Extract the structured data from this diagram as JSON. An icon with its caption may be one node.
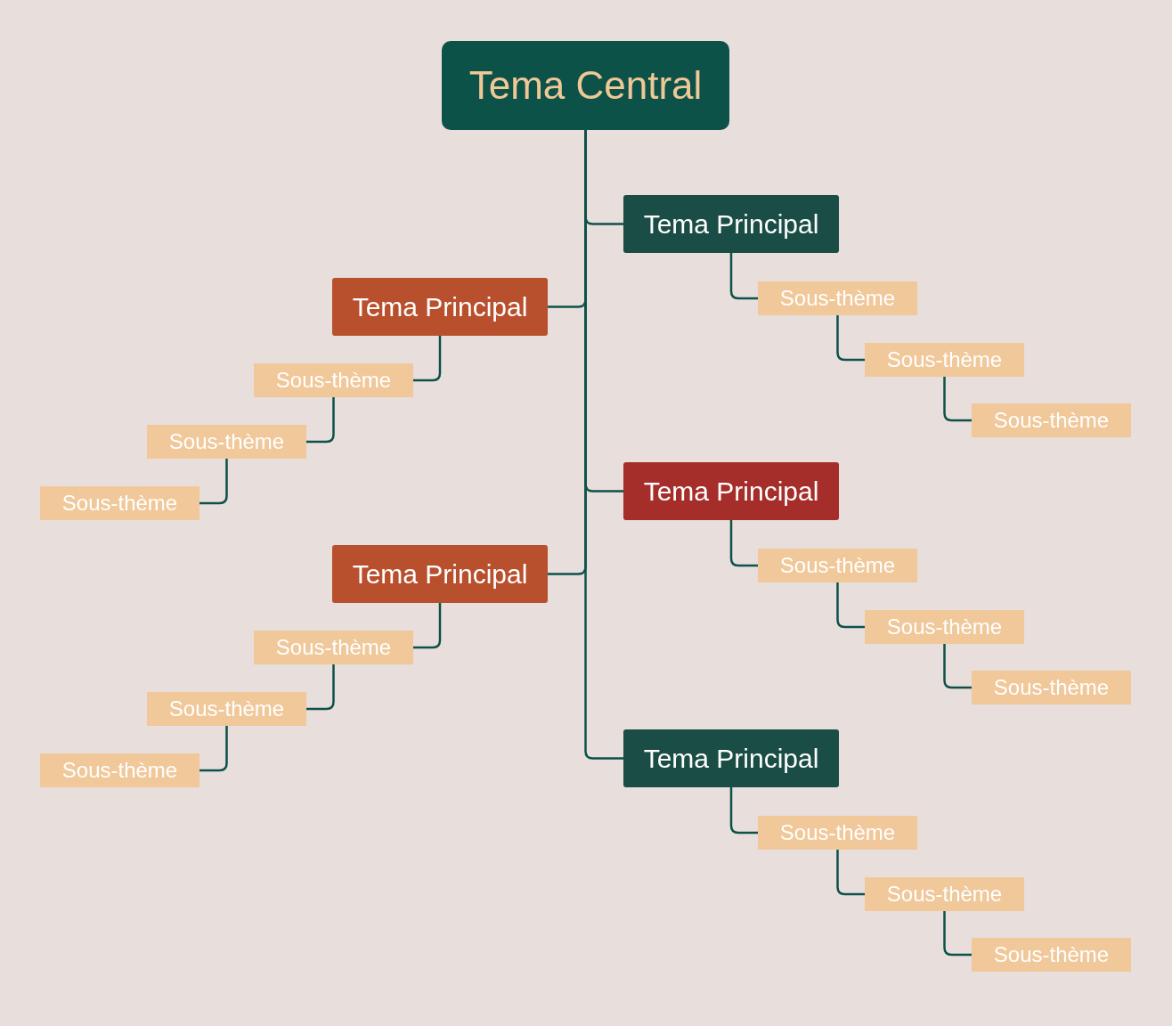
{
  "diagram": {
    "nodes": [
      {
        "text": [
          "Tema Central"
        ]
      },
      {
        "text": [
          "Tema Principal"
        ]
      },
      {
        "text": [
          "Sous-thème"
        ]
      },
      {
        "text": [
          "Sous-thème"
        ]
      },
      {
        "text": [
          "Sous-thème"
        ]
      },
      {
        "text": [
          "Tema Principal"
        ]
      },
      {
        "text": [
          "Sous-thème"
        ]
      },
      {
        "text": [
          "Sous-thème"
        ]
      },
      {
        "text": [
          "Sous-thème"
        ]
      },
      {
        "text": [
          "Tema Principal"
        ]
      },
      {
        "text": [
          "Sous-thème"
        ]
      },
      {
        "text": [
          "Sous-thème"
        ]
      },
      {
        "text": [
          "Sous-thème"
        ]
      },
      {
        "text": [
          "Tema Principal"
        ]
      },
      {
        "text": [
          "Sous-thème"
        ]
      },
      {
        "text": [
          "Sous-thème"
        ]
      },
      {
        "text": [
          "Sous-thème"
        ]
      },
      {
        "text": [
          "Tema Principal"
        ]
      },
      {
        "text": [
          "Sous-thème"
        ]
      },
      {
        "text": [
          "Sous-thème"
        ]
      },
      {
        "text": [
          "Sous-thème"
        ]
      }
    ],
    "edges": [
      {
        "from": 0,
        "to": 1,
        "arrow": "none"
      },
      {
        "from": 1,
        "to": 2,
        "arrow": "none"
      },
      {
        "from": 2,
        "to": 3,
        "arrow": "none"
      },
      {
        "from": 3,
        "to": 4,
        "arrow": "none"
      },
      {
        "from": 0,
        "to": 5,
        "arrow": "none"
      },
      {
        "from": 5,
        "to": 6,
        "arrow": "none"
      },
      {
        "from": 6,
        "to": 7,
        "arrow": "none"
      },
      {
        "from": 7,
        "to": 8,
        "arrow": "none"
      },
      {
        "from": 0,
        "to": 9,
        "arrow": "none"
      },
      {
        "from": 9,
        "to": 10,
        "arrow": "none"
      },
      {
        "from": 10,
        "to": 11,
        "arrow": "none"
      },
      {
        "from": 11,
        "to": 12,
        "arrow": "none"
      },
      {
        "from": 0,
        "to": 13,
        "arrow": "none"
      },
      {
        "from": 13,
        "to": 14,
        "arrow": "none"
      },
      {
        "from": 14,
        "to": 15,
        "arrow": "none"
      },
      {
        "from": 15,
        "to": 16,
        "arrow": "none"
      },
      {
        "from": 0,
        "to": 17,
        "arrow": "none"
      },
      {
        "from": 17,
        "to": 18,
        "arrow": "none"
      },
      {
        "from": 18,
        "to": 19,
        "arrow": "none"
      },
      {
        "from": 19,
        "to": 20,
        "arrow": "none"
      }
    ]
  }
}
